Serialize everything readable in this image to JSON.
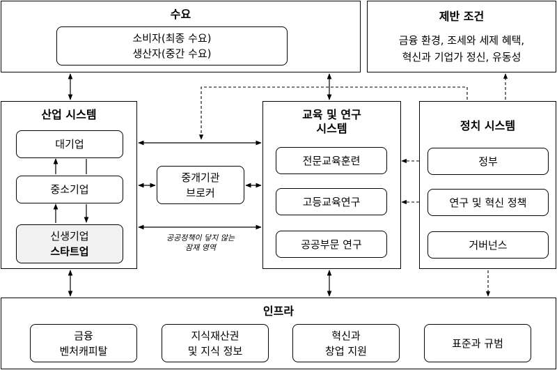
{
  "demand": {
    "title": "수요",
    "box_lines": [
      "소비자(최종 수요)",
      "생산자(중간 수요)"
    ]
  },
  "conditions": {
    "title": "제반 조건",
    "lines": [
      "금융 환경, 조세와 세제 혜택,",
      "혁신과 기업가 정신, 유동성"
    ]
  },
  "industry": {
    "title": "산업 시스템",
    "large_firm": "대기업",
    "sme": "중소기업",
    "startup_line1": "신생기업",
    "startup_line2": "스타트업"
  },
  "intermediary": {
    "lines": [
      "중개기관",
      "브로커"
    ]
  },
  "gap_note": [
    "공공정책이 닿지 않는",
    "잠재 영역"
  ],
  "education": {
    "title_lines": [
      "교육 및 연구",
      "시스템"
    ],
    "items": [
      "전문교육훈련",
      "고등교육연구",
      "공공부문 연구"
    ]
  },
  "politics": {
    "title": "정치 시스템",
    "items": [
      "정부",
      "연구 및 혁신 정책",
      "거버넌스"
    ]
  },
  "infra": {
    "title": "인프라",
    "items": [
      [
        "금융",
        "벤처캐피탈"
      ],
      [
        "지식재산권",
        "및 지식 정보"
      ],
      [
        "혁신과",
        "창업 지원"
      ],
      [
        "표준과 규범"
      ]
    ]
  }
}
